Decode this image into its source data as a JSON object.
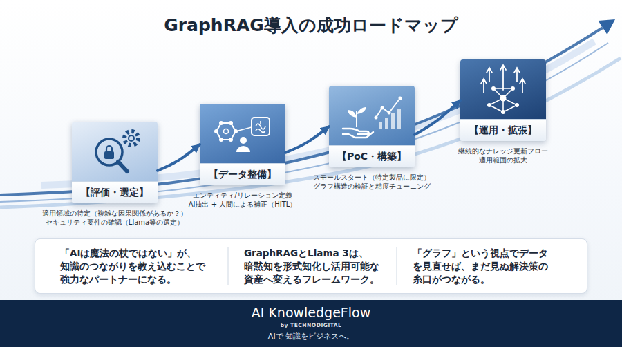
{
  "diagram": {
    "title": "GraphRAG導入の成功ロードマップ",
    "nodes": [
      {
        "text": [
          "【評価・選定】",
          "適用領域の特定（複雑な因果関係があるか？）",
          "セキュリティ要件の確認（Llama等の選定）"
        ]
      },
      {
        "text": [
          "【データ整備】",
          "エンティティ/リレーション定義",
          "AI抽出 + 人間による補正（HITL）"
        ]
      },
      {
        "text": [
          "【PoC・構築】",
          "スモールスタート（特定製品に限定）",
          "グラフ構造の検証と精度チューニング"
        ]
      },
      {
        "text": [
          "【運用・拡張】",
          "継続的なナレッジ更新フロー",
          "適用範囲の拡大"
        ]
      },
      {
        "text": [
          "「AIは魔法の杖ではない」が、 知識のつながりを教え込むことで 強力なパートナーになる。",
          "GraphRAGとLlama 3は、 暗黙知を形式知化し活用可能な 資産へ変えるフレームワーク。",
          "「グラフ」という視点でデータ を見直せば、まだ見ぬ解決策の 糸口がつながる。"
        ]
      },
      {
        "text": [
          "AI KnowledgeFlow",
          "by TECHNODIGITAL",
          "AIで 知識をビジネスへ。"
        ]
      }
    ],
    "edges": [
      {
        "from": 0,
        "to": 1,
        "arrow": "to"
      },
      {
        "from": 1,
        "to": 2,
        "arrow": "to"
      },
      {
        "from": 2,
        "to": 3,
        "arrow": "to"
      }
    ]
  }
}
